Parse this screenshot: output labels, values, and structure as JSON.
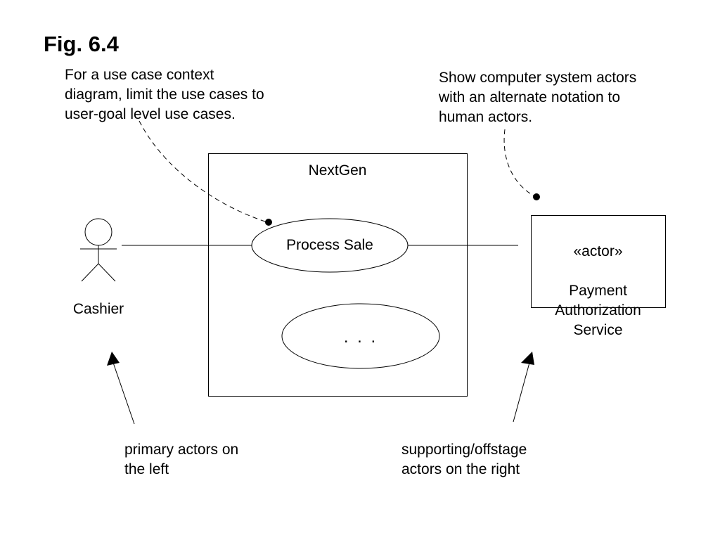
{
  "figure": {
    "title": "Fig. 6.4"
  },
  "notes": {
    "left": "For a use case context\ndiagram, limit the use cases to\nuser-goal level use cases.",
    "right": "Show computer system actors\nwith an alternate notation to\nhuman actors."
  },
  "system": {
    "name": "NextGen",
    "use_cases": [
      {
        "label": "Process Sale"
      },
      {
        "label": ". . ."
      }
    ]
  },
  "actors": {
    "primary": {
      "name": "Cashier",
      "icon": "stick-figure-actor-icon"
    },
    "supporting": {
      "stereotype": "«actor»",
      "name": "Payment\nAuthorization\nService"
    }
  },
  "captions": {
    "left": "primary actors on\nthe left",
    "right": "supporting/offstage\nactors on the right"
  },
  "colors": {
    "stroke": "#000000",
    "background": "#ffffff"
  }
}
